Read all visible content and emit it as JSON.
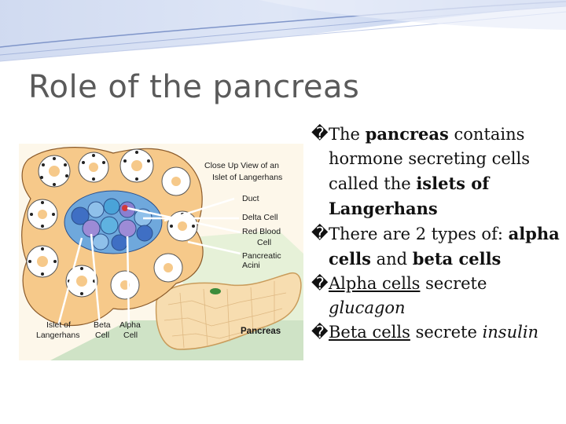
{
  "slide": {
    "title": "Role of the pancreas",
    "bullet_mark": "�"
  },
  "figure": {
    "labels": {
      "closeup_line1": "Close Up View of an",
      "closeup_line2": "Islet of Langerhans",
      "duct": "Duct",
      "delta": "Delta Cell",
      "rbc_line1": "Red Blood",
      "rbc_line2": "Cell",
      "acini_line1": "Pancreatic",
      "acini_line2": "Acini",
      "islet_line1": "Islet of",
      "islet_line2": "Langerhans",
      "beta_line1": "Beta",
      "beta_line2": "Cell",
      "alpha_line1": "Alpha",
      "alpha_line2": "Cell",
      "pancreas": "Pancreas"
    }
  },
  "bullets": [
    {
      "a": "The ",
      "b": "pancreas",
      "c": " contains hormone secreting cells called the ",
      "d": "islets of Langerhans"
    },
    {
      "a": "There are 2 types of: ",
      "b": "alpha cells",
      "c": " and ",
      "d": "beta cells"
    },
    {
      "a": "Alpha cells",
      "b": " secrete ",
      "c": "glucagon"
    },
    {
      "a": "Beta cells",
      "b": " secrete ",
      "c": "insulin"
    }
  ],
  "colors": {
    "title": "#5a5a5a",
    "banner": "#b8c8e8",
    "tissue": "#f6c98a",
    "pancreas": "#f7ddb0"
  }
}
